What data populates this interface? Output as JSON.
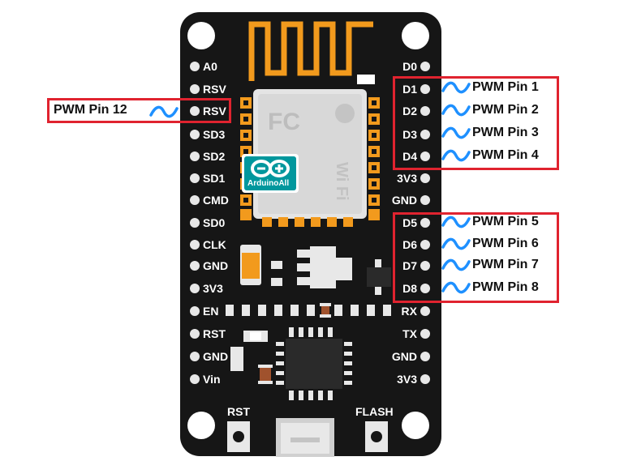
{
  "board": {
    "left_pins": [
      "A0",
      "RSV",
      "RSV",
      "SD3",
      "SD2",
      "SD1",
      "CMD",
      "SD0",
      "CLK",
      "GND",
      "3V3",
      "EN",
      "RST",
      "GND",
      "Vin"
    ],
    "right_pins": [
      "D0",
      "D1",
      "D2",
      "D3",
      "D4",
      "3V3",
      "GND",
      "D5",
      "D6",
      "D7",
      "D8",
      "RX",
      "TX",
      "GND",
      "3V3"
    ],
    "buttons": {
      "rst": "RST",
      "flash": "FLASH"
    },
    "logo": "ArduinoAll",
    "colors": {
      "pcb": "#161616",
      "wave": "#1e90ff",
      "highlight": "#e0232f",
      "antenna": "#f29a1d",
      "shield": "#e8e8e8"
    }
  },
  "callouts": {
    "left": {
      "text": "PWM Pin 12"
    },
    "right_top": [
      "PWM Pin 1",
      "PWM Pin 2",
      "PWM Pin 3",
      "PWM Pin 4"
    ],
    "right_bottom": [
      "PWM Pin 5",
      "PWM Pin 6",
      "PWM Pin 7",
      "PWM Pin 8"
    ]
  }
}
